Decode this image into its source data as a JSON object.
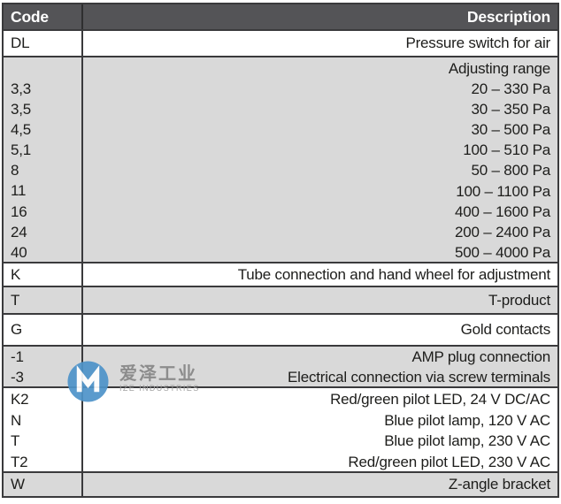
{
  "header": {
    "code": "Code",
    "description": "Description"
  },
  "rows": {
    "dl": {
      "code": "DL",
      "desc": "Pressure switch for air"
    },
    "range": {
      "title": "Adjusting range",
      "items": [
        {
          "code": "3,3",
          "range": "20 – 330 Pa"
        },
        {
          "code": "3,5",
          "range": "30 – 350 Pa"
        },
        {
          "code": "4,5",
          "range": "30 – 500 Pa"
        },
        {
          "code": "5,1",
          "range": "100 – 510 Pa"
        },
        {
          "code": "8",
          "range": "50 – 800 Pa"
        },
        {
          "code": "11",
          "range": "100 – 1100 Pa"
        },
        {
          "code": "16",
          "range": "400 – 1600 Pa"
        },
        {
          "code": "24",
          "range": "200 – 2400 Pa"
        },
        {
          "code": "40",
          "range": "500 – 4000 Pa"
        }
      ]
    },
    "k": {
      "code": "K",
      "desc": "Tube connection and hand wheel for adjustment"
    },
    "t": {
      "code": "T",
      "desc": "T-product"
    },
    "g": {
      "code": "G",
      "desc": "Gold contacts"
    },
    "neg": {
      "items": [
        {
          "code": "-1",
          "desc": "AMP plug connection"
        },
        {
          "code": "-3",
          "desc": "Electrical connection via screw terminals"
        }
      ]
    },
    "pilot": {
      "items": [
        {
          "code": "K2",
          "desc": "Red/green pilot LED, 24 V DC/AC"
        },
        {
          "code": "N",
          "desc": "Blue pilot lamp, 120 V AC"
        },
        {
          "code": "T",
          "desc": "Blue pilot lamp, 230 V AC"
        },
        {
          "code": "T2",
          "desc": "Red/green pilot LED, 230 V AC"
        }
      ]
    },
    "w": {
      "code": "W",
      "desc": "Z-angle bracket"
    }
  },
  "watermark": {
    "cn": "爱泽工业",
    "en": "IZE INDUSTRIES"
  },
  "colors": {
    "header_bg": "#545457",
    "row_gray": "#d9d9d9",
    "border": "#3a3a3c",
    "logo_blue": "#4e93c9",
    "text": "#1d1d1b"
  }
}
